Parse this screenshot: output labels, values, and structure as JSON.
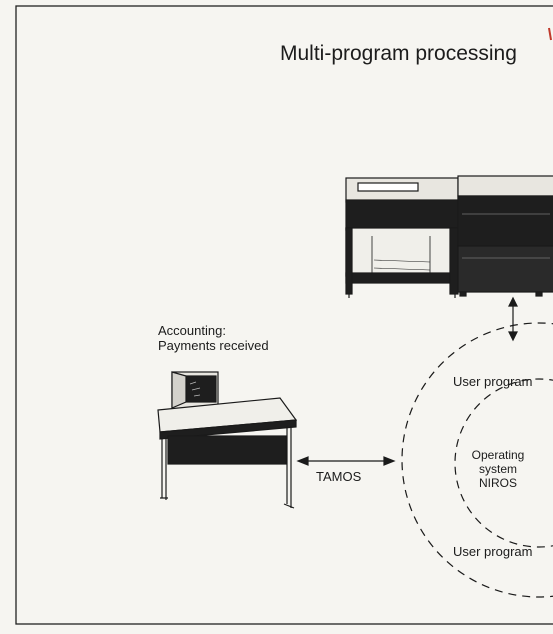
{
  "title": "Multi-program processing",
  "terminal_station": {
    "caption_line1": "Accounting:",
    "caption_line2": "Payments received"
  },
  "link_label": "TAMOS",
  "rings": {
    "outer_top_label": "User program",
    "outer_bottom_label": "User program",
    "core_line1": "Operating",
    "core_line2": "system",
    "core_line3": "NIROS"
  }
}
